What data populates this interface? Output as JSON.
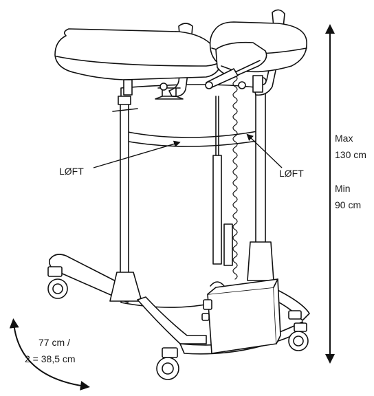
{
  "labels": {
    "lift_left": "LØFT",
    "lift_right": "LØFT"
  },
  "height": {
    "max_label": "Max",
    "max_value": "130 cm",
    "min_label": "Min",
    "min_value": "90 cm"
  },
  "width": {
    "line1": "77 cm /",
    "line2": "2 = 38,5 cm"
  },
  "icons": {
    "device": "standing-lift-device",
    "height_arrow": "vertical-double-arrow",
    "width_arrow": "curved-double-arrow"
  }
}
